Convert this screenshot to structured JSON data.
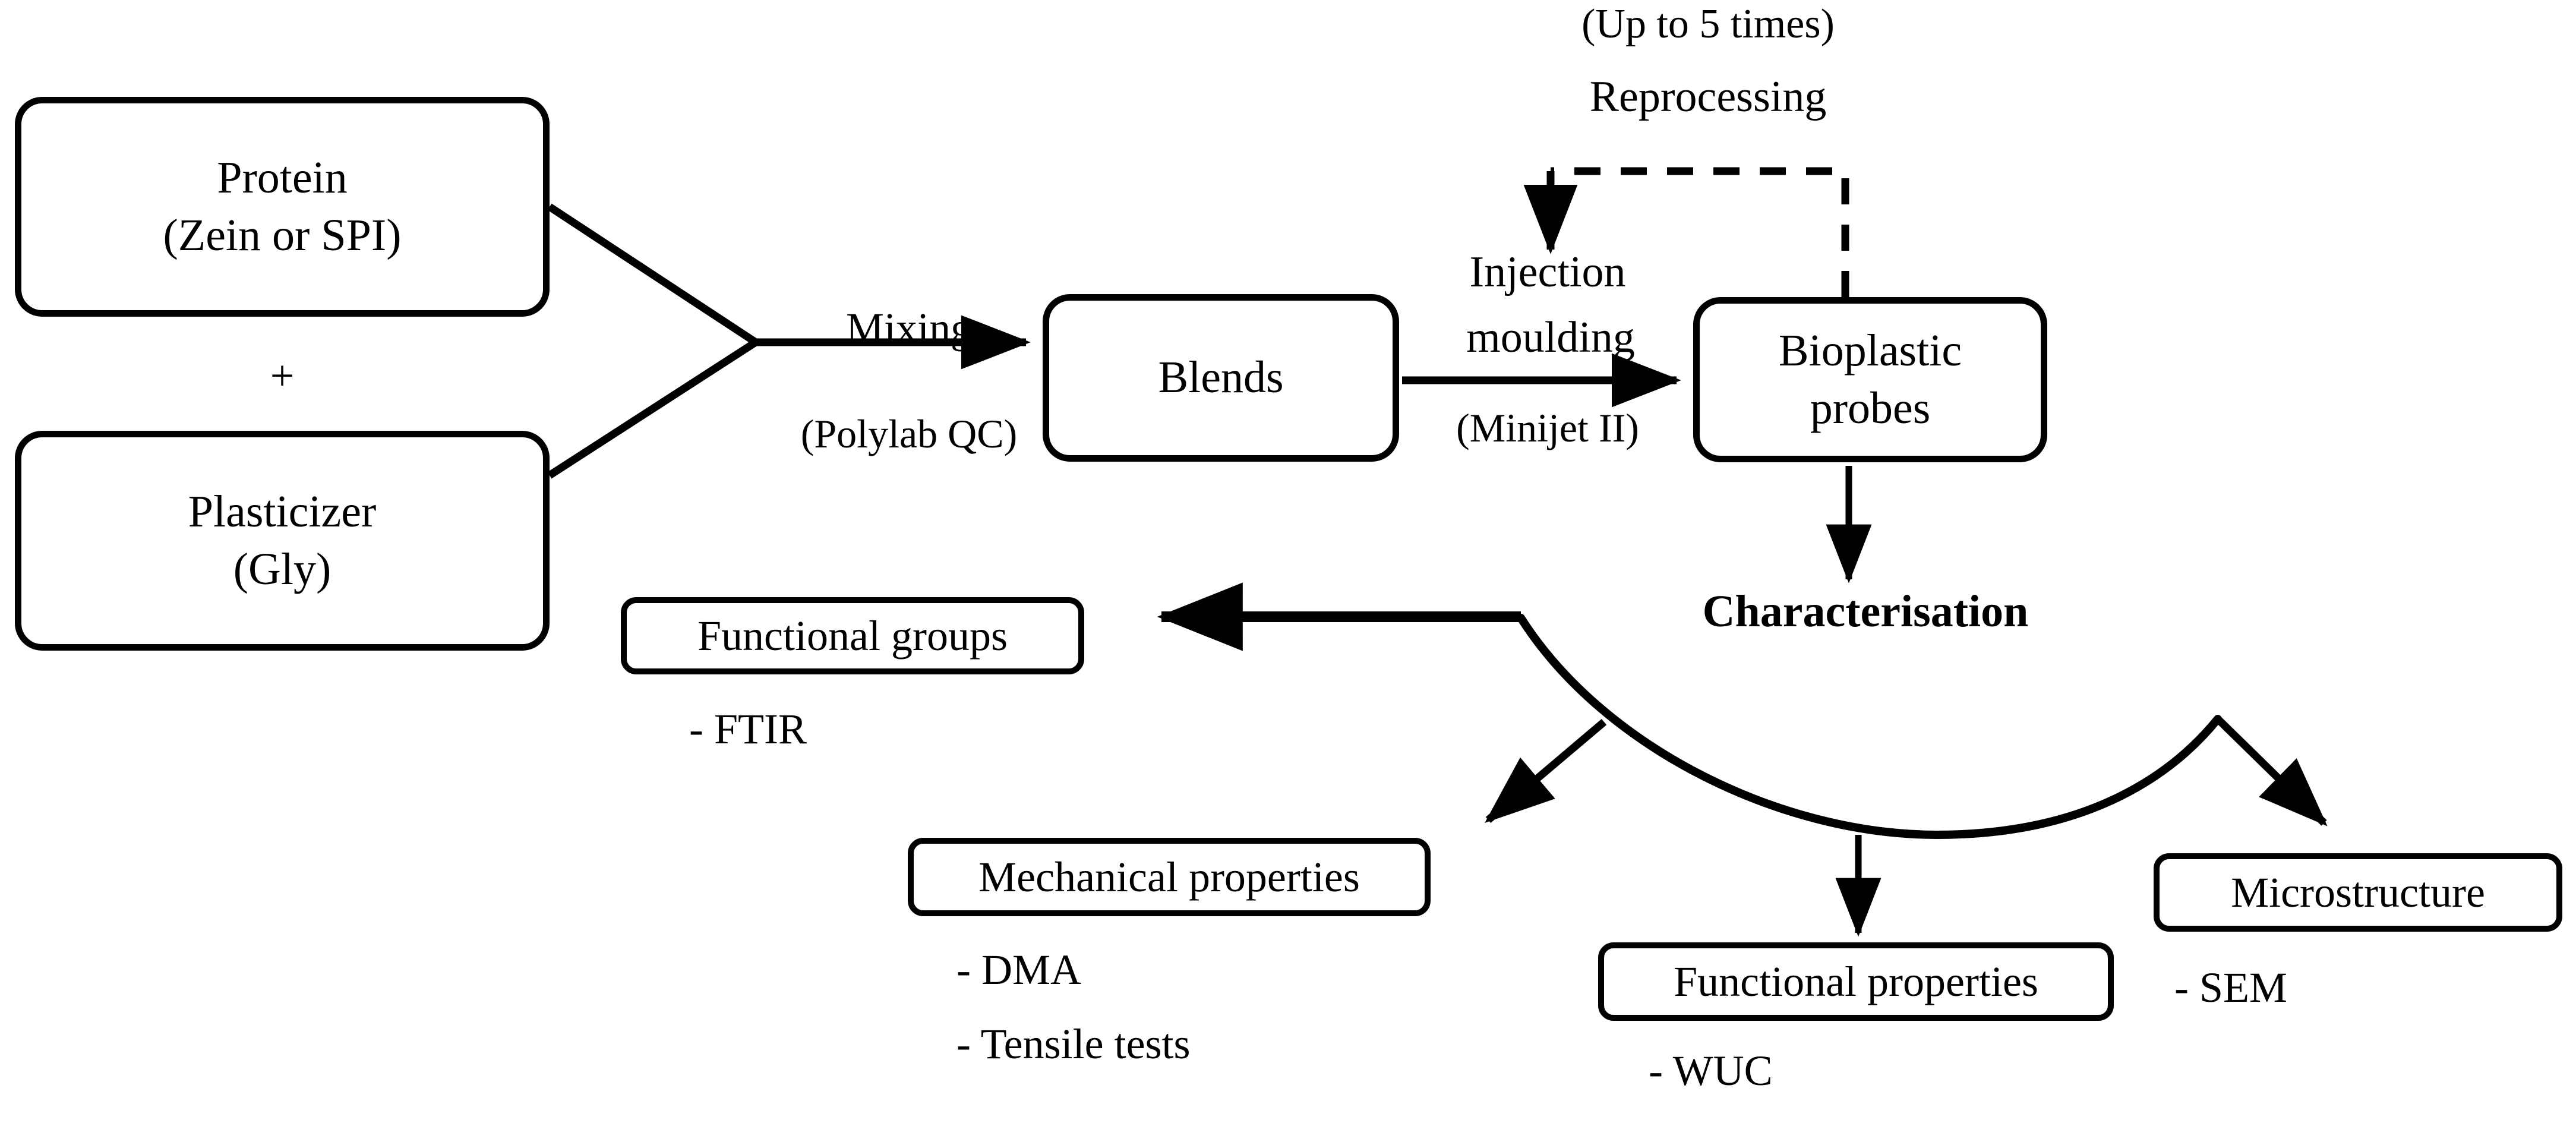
{
  "diagram": {
    "title_absent": true,
    "nodes": {
      "protein": {
        "line1": "Protein",
        "line2": "(Zein or SPI)"
      },
      "plasticizer": {
        "line1": "Plasticizer",
        "line2": "(Gly)"
      },
      "blends": {
        "line1": "Blends"
      },
      "bioprobes": {
        "line1": "Bioplastic",
        "line2": "probes"
      },
      "functional_groups": {
        "line1": "Functional groups"
      },
      "mechanical_properties": {
        "line1": "Mechanical properties"
      },
      "functional_properties": {
        "line1": "Functional properties"
      },
      "microstructure": {
        "line1": "Microstructure"
      }
    },
    "labels": {
      "plus": "+",
      "mixing": "Mixing",
      "mixing_equipment": "(Polylab QC)",
      "reprocessing_count": "(Up to 5 times)",
      "reprocessing": "Reprocessing",
      "injection": "Injection",
      "moulding": "moulding",
      "injection_equipment": "(Minijet II)",
      "characterisation": "Characterisation"
    },
    "techniques": {
      "ftir": "- FTIR",
      "dma": "- DMA",
      "tensile": "- Tensile tests",
      "wuc": "- WUC",
      "sem": "- SEM"
    },
    "colors": {
      "stroke": "#000000",
      "background": "#ffffff",
      "text": "#000000"
    }
  }
}
